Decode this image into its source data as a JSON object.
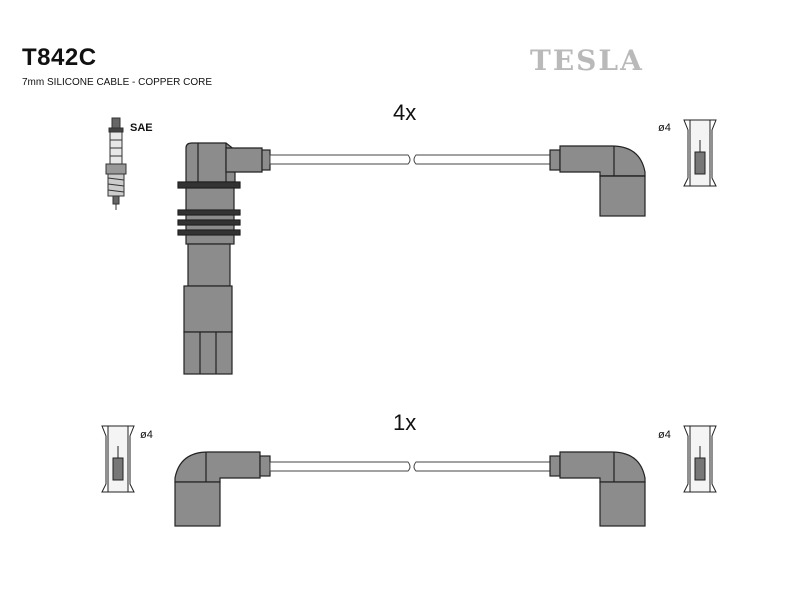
{
  "header": {
    "part_number": "T842C",
    "description": "7mm SILICONE CABLE - COPPER CORE",
    "brand": "TESLA"
  },
  "labels": {
    "plug_standard": "SAE",
    "quantity_top": "4x",
    "quantity_bottom": "1x",
    "terminal_top_right": "ø4",
    "terminal_bottom_left": "ø4",
    "terminal_bottom_right": "ø4"
  },
  "colors": {
    "boot_fill": "#8c8c8c",
    "boot_stroke": "#222222",
    "cable_stroke": "#444444",
    "brand_color": "#b9b9b9"
  }
}
